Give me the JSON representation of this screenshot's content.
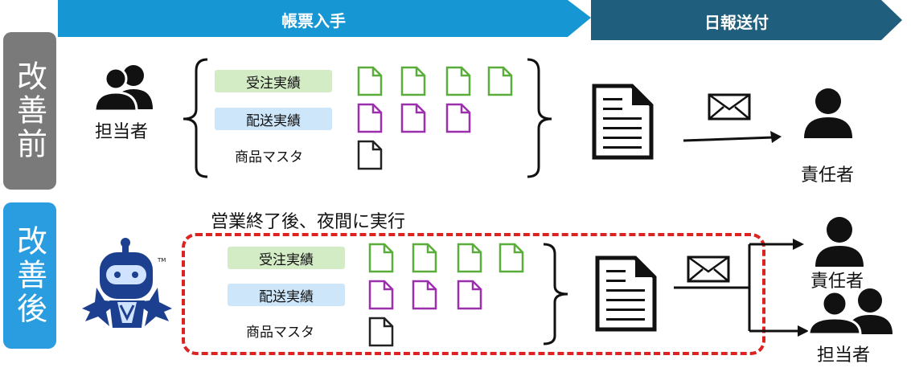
{
  "header": {
    "phase1": "帳票入手",
    "phase2": "日報送付"
  },
  "before": {
    "label": "改善前",
    "actor": "担当者",
    "rows": [
      {
        "label": "受注実績",
        "doc_count": 4,
        "color": "#5aad3a",
        "pill_bg": "#d4ecc6"
      },
      {
        "label": "配送実績",
        "doc_count": 3,
        "color": "#9b2fae",
        "pill_bg": "#cde6f9"
      },
      {
        "label": "商品マスタ",
        "doc_count": 1,
        "color": "#222222",
        "pill_bg": ""
      }
    ],
    "recipient": "責任者"
  },
  "after": {
    "label": "改善後",
    "caption": "営業終了後、夜間に実行",
    "rows": [
      {
        "label": "受注実績",
        "doc_count": 4
      },
      {
        "label": "配送実績",
        "doc_count": 3
      },
      {
        "label": "商品マスタ",
        "doc_count": 1
      }
    ],
    "recipients": [
      "責任者",
      "担当者"
    ],
    "robot_mark": "TM"
  },
  "colors": {
    "header_light": "#1696d3",
    "header_dark": "#1f5e7c",
    "before_label_bg": "#7a7a7a",
    "after_label_bg": "#2a9de0",
    "dashed_border": "#dd2222",
    "robot_blue": "#1c3f8f"
  }
}
